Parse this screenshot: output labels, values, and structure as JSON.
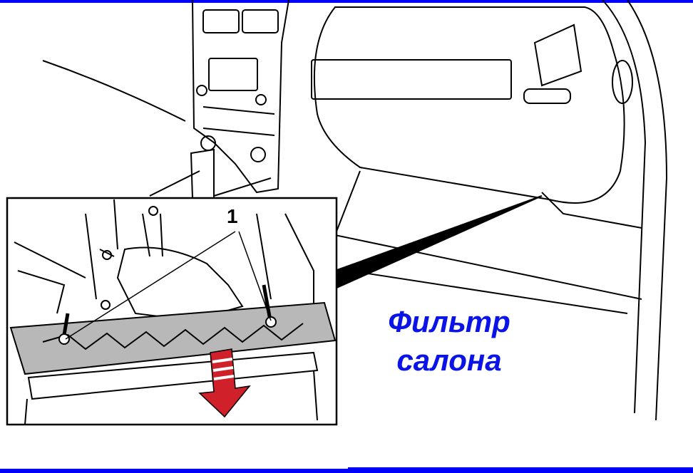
{
  "caption": {
    "line1": "Фильтр",
    "line2": "салона"
  },
  "callout_label": "1",
  "colors": {
    "accent_blue": "#0000ff",
    "caption_blue": "#0a14e6",
    "arrow_red": "#d0202a",
    "filter_gray": "#b8b8b8"
  }
}
